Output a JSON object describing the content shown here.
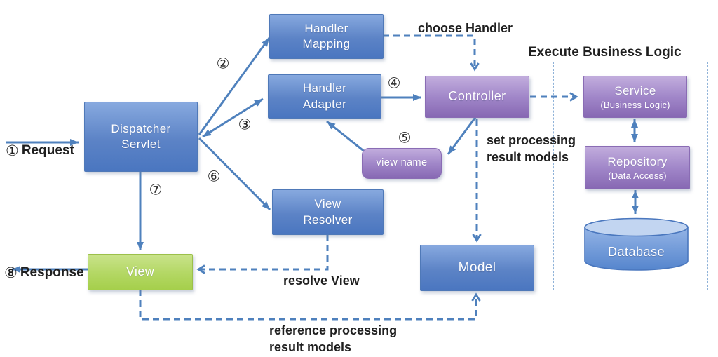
{
  "nodes": {
    "dispatcher_servlet": {
      "label": "Dispatcher\nServlet"
    },
    "handler_mapping": {
      "label": "Handler\nMapping"
    },
    "handler_adapter": {
      "label": "Handler\nAdapter"
    },
    "controller": {
      "label": "Controller"
    },
    "view_name": {
      "label": "view name"
    },
    "view_resolver": {
      "label": "View\nResolver"
    },
    "view": {
      "label": "View"
    },
    "model": {
      "label": "Model"
    },
    "service": {
      "label": "Service",
      "sublabel": "(Business Logic)"
    },
    "repository": {
      "label": "Repository",
      "sublabel": "(Data Access)"
    },
    "database": {
      "label": "Database"
    }
  },
  "annotations": {
    "request": {
      "step": "①",
      "label": "Request"
    },
    "response": {
      "step": "⑧",
      "label": "Response"
    },
    "choose_handler": "choose Handler",
    "execute_business_logic": "Execute Business Logic",
    "set_processing_result_models": "set processing\nresult models",
    "resolve_view": "resolve View",
    "reference_processing_result_models": "reference processing\nresult models"
  },
  "steps": {
    "step2": "②",
    "step3": "③",
    "step4": "④",
    "step5": "⑤",
    "step6": "⑥",
    "step7": "⑦"
  },
  "colors": {
    "box_blue_top": "#87a9df",
    "box_blue_bottom": "#4a76c0",
    "box_purple_top": "#c2addd",
    "box_purple_bottom": "#8768b3",
    "box_green_top": "#c9e38b",
    "box_green_bottom": "#a5cf4b",
    "arrow_blue": "#4f81bd",
    "container_border": "#8fb2d8",
    "text_dark": "#1f1f1f"
  }
}
